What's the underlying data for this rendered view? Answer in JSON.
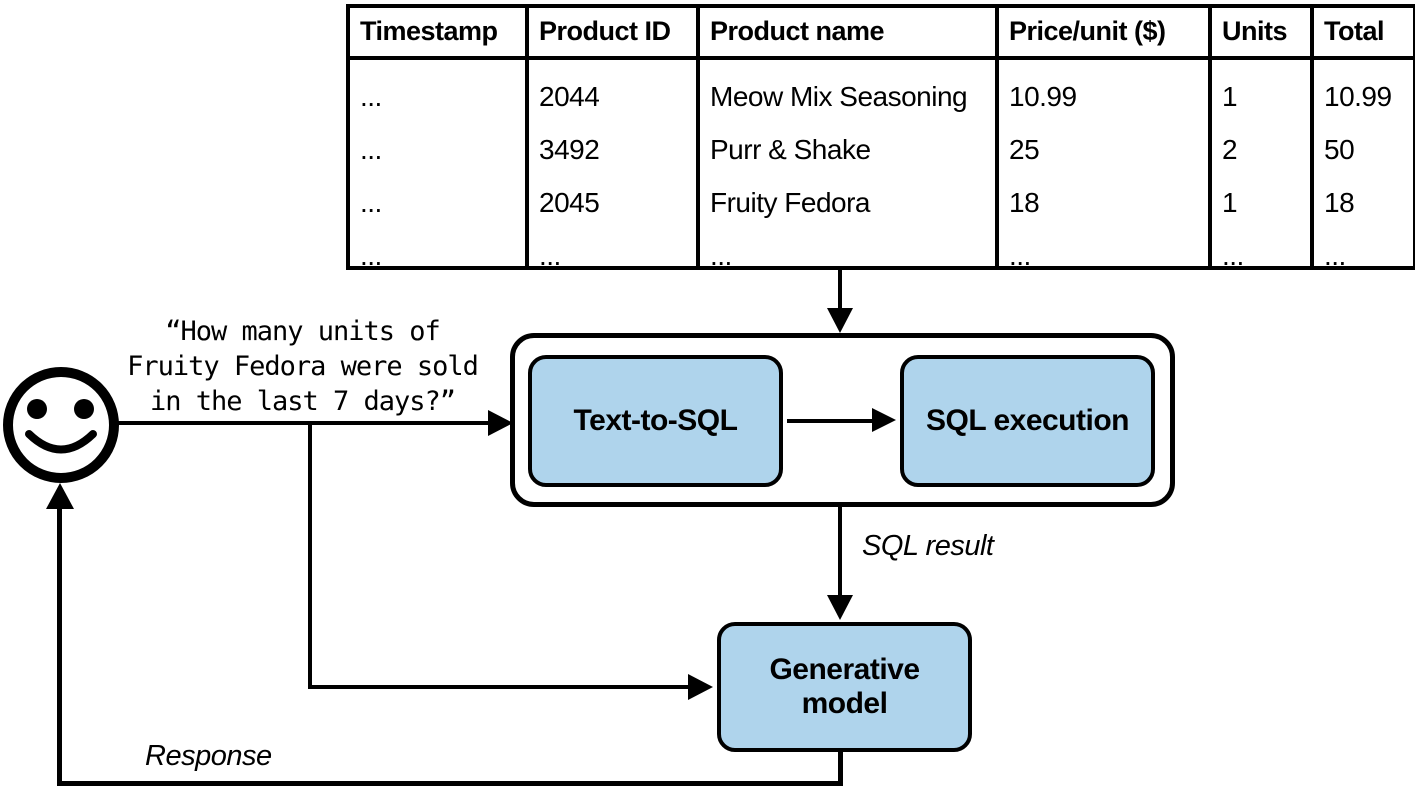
{
  "table": {
    "headers": [
      "Timestamp",
      "Product ID",
      "Product name",
      "Price/unit ($)",
      "Units",
      "Total"
    ],
    "rows": [
      [
        "...",
        "2044",
        "Meow Mix Seasoning",
        "10.99",
        "1",
        "10.99"
      ],
      [
        "...",
        "3492",
        "Purr & Shake",
        "25",
        "2",
        "50"
      ],
      [
        "...",
        "2045",
        "Fruity Fedora",
        "18",
        "1",
        "18"
      ],
      [
        "...",
        "...",
        "...",
        "...",
        "...",
        "..."
      ]
    ]
  },
  "user_question": "“How many units of\nFruity Fedora were sold\nin the last 7 days?”",
  "agent_container": {
    "text_to_sql_label": "Text-to-SQL",
    "sql_execution_label": "SQL execution"
  },
  "generative_model_label": "Generative model",
  "edge_labels": {
    "sql_result": "SQL result",
    "response": "Response"
  },
  "colors": {
    "box_fill": "#afd4ec",
    "line": "#000000"
  }
}
